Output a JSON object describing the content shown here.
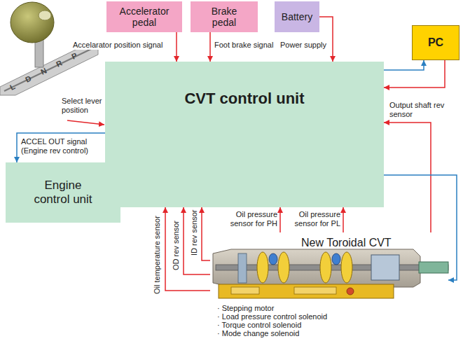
{
  "diagram": {
    "nodes": [
      {
        "text": [
          "Accelerator pedal"
        ]
      },
      {
        "text": [
          "Brake pedal"
        ]
      },
      {
        "text": [
          "Battery"
        ]
      },
      {
        "text": [
          "PC"
        ]
      },
      {
        "text": [
          "CVT control unit"
        ]
      },
      {
        "text": [
          "Engine control unit"
        ]
      },
      {
        "text": [
          "New Toroidal CVT"
        ]
      }
    ],
    "edges": [
      {
        "from": 0,
        "to": 4,
        "arrow": "to",
        "label": "Accelarator position signal"
      },
      {
        "from": 1,
        "to": 4,
        "arrow": "to",
        "label": "Foot brake signal"
      },
      {
        "from": 2,
        "to": 4,
        "arrow": "to",
        "label": "Power supply"
      },
      {
        "from": 4,
        "to": 3,
        "arrow": "to"
      },
      {
        "from": 3,
        "to": 4,
        "arrow": "to"
      },
      {
        "from": 4,
        "to": 5,
        "arrow": "to",
        "label": "ACCEL OUT signal (Engine rev control)"
      },
      {
        "from": 6,
        "to": 4,
        "arrow": "to",
        "label": "Oil temperature sensor"
      },
      {
        "from": 6,
        "to": 4,
        "arrow": "to",
        "label": "OD rev sensor"
      },
      {
        "from": 6,
        "to": 4,
        "arrow": "to",
        "label": "ID rev sensor"
      },
      {
        "from": 6,
        "to": 4,
        "arrow": "to",
        "label": "Oil pressure sensor for PH"
      },
      {
        "from": 6,
        "to": 4,
        "arrow": "to",
        "label": "Oil pressure sensor for PL"
      },
      {
        "from": 6,
        "to": 4,
        "arrow": "to",
        "label": "Output shaft rev sensor"
      },
      {
        "from": 4,
        "to": 6,
        "arrow": "to"
      }
    ],
    "labels": [
      "Select lever position",
      "P",
      "R",
      "N",
      "D",
      "L",
      "· Stepping motor",
      "· Load pressure control solenoid",
      "· Torque control solenoid",
      "· Mode change solenoid"
    ]
  }
}
